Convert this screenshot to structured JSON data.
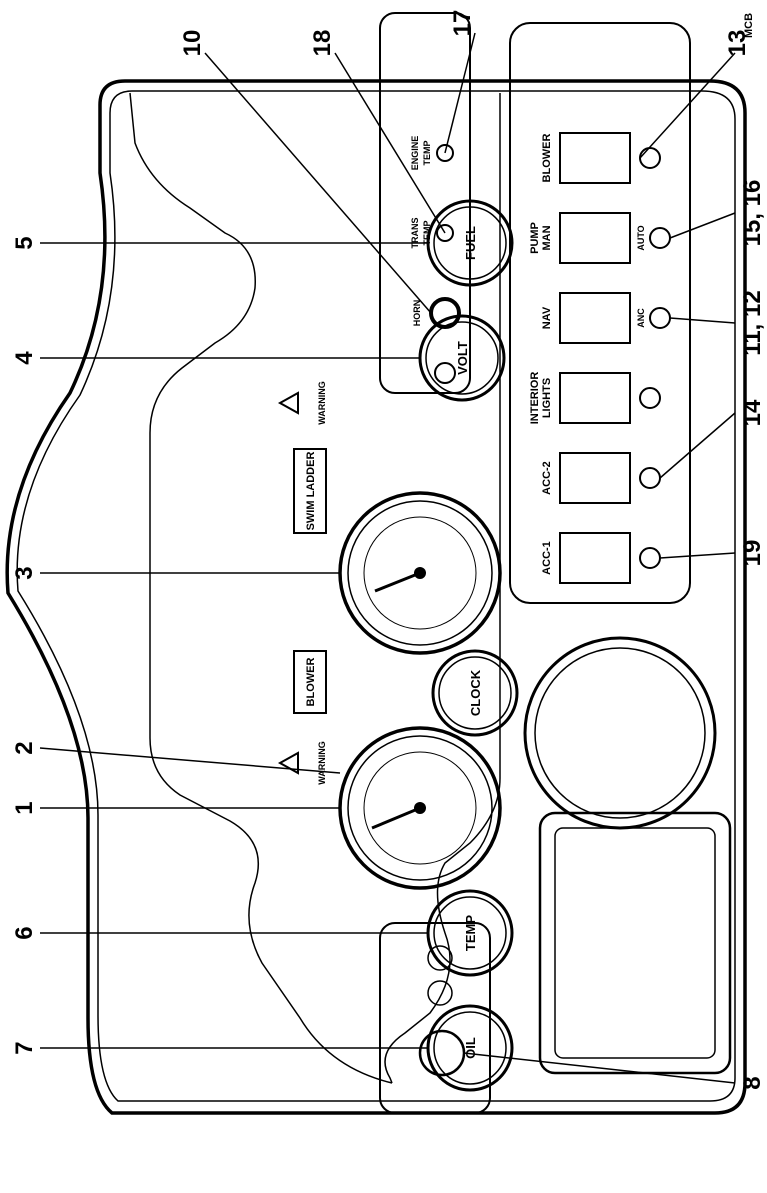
{
  "corner_code": "MCB",
  "gauges": {
    "oil": "OIL",
    "temp": "TEMP",
    "volt": "VOLT",
    "fuel": "FUEL",
    "clock": "CLOCK",
    "horn": "HORN"
  },
  "labels": {
    "blower_plate": "BLOWER",
    "swim_ladder_plate": "SWIM LADDER",
    "warning_left": "WARNING",
    "warning_right": "WARNING",
    "trans_temp": [
      "TRANS",
      "TEMP"
    ],
    "engine_temp": [
      "ENGINE",
      "TEMP"
    ]
  },
  "switches": {
    "acc1": "ACC-1",
    "acc2": "ACC-2",
    "interior": [
      "INTERIOR",
      "LIGHTS"
    ],
    "nav": "NAV",
    "pump": [
      "PUMP",
      "MAN"
    ],
    "blower": "BLOWER",
    "anc": "ANC",
    "auto": "AUTO"
  },
  "callouts": [
    "1",
    "2",
    "3",
    "4",
    "5",
    "6",
    "7",
    "8",
    "10",
    "11, 12",
    "13",
    "14",
    "15, 16",
    "17",
    "18",
    "19"
  ]
}
